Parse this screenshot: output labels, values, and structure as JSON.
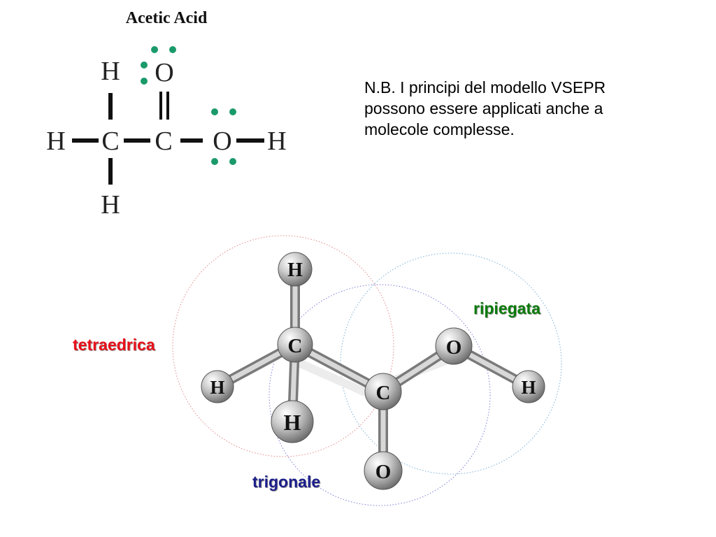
{
  "lewis": {
    "title": "Acetic Acid",
    "atoms": {
      "h_top": "H",
      "h_left": "H",
      "h_bottom": "H",
      "h_right": "H",
      "c1": "C",
      "c2": "C",
      "o_double": "O",
      "o_single": "O"
    },
    "lone_pair_color": "#1a9a6a"
  },
  "note": {
    "lines": [
      "N.B. I principi del modello VSEPR",
      "possono essere applicati anche a",
      "molecole complesse."
    ]
  },
  "model": {
    "atoms": {
      "h_top": "H",
      "c_left": "C",
      "h_left": "H",
      "h_front": "H",
      "c_center": "C",
      "o_carbonyl": "O",
      "o_hydroxyl": "O",
      "h_hydroxyl": "H"
    },
    "labels": {
      "tetraedrica": "tetraedrica",
      "ripiegata": "ripiegata",
      "trigonale": "trigonale"
    },
    "colors": {
      "tetraedrica": "#e8101a",
      "ripiegata": "#0b7a0b",
      "trigonale": "#1c1f8a",
      "circle_tetra": "#e58a8a",
      "circle_trig": "#7b7fd6",
      "circle_ripie": "#7bb0d6"
    }
  }
}
